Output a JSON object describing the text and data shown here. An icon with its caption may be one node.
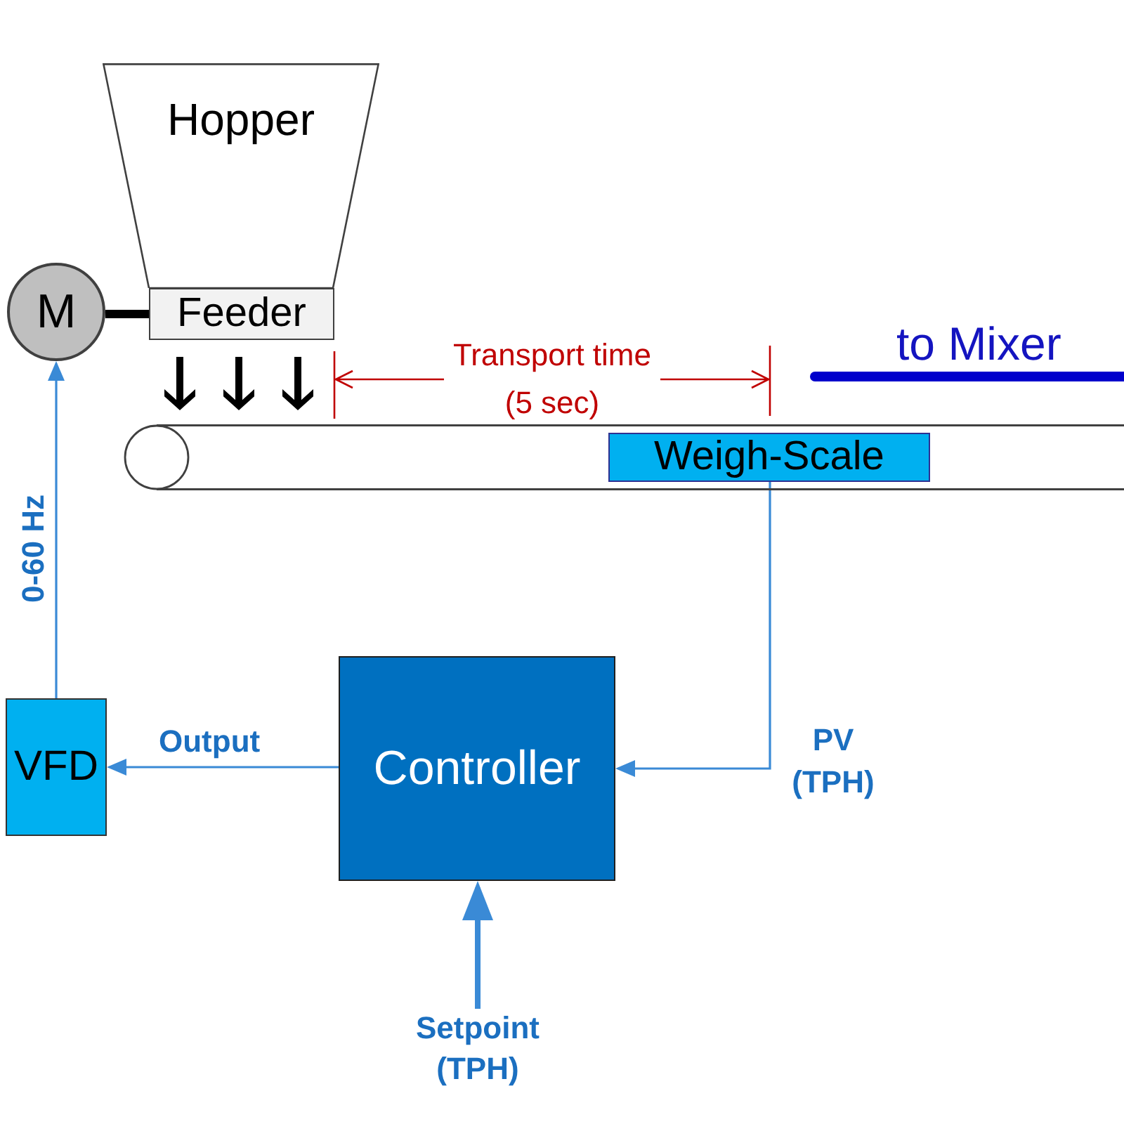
{
  "diagram": {
    "nodes": [
      {
        "text": [
          "Hopper"
        ]
      },
      {
        "text": [
          "M"
        ]
      },
      {
        "text": [
          "Feeder"
        ]
      },
      {
        "text": [],
        "shape": "bar"
      },
      {
        "text": [
          "Weigh-Scale"
        ],
        "in": 3
      },
      {
        "text": [
          "VFD"
        ]
      },
      {
        "text": [
          "Controller"
        ]
      },
      {
        "text": [
          "Setpoint (TPH)"
        ]
      }
    ],
    "edges": [
      {
        "from": 1,
        "to": 2,
        "arrow": "none",
        "style": "thick",
        "color": "#000000"
      },
      {
        "from": 4,
        "to": 6,
        "arrow": "to",
        "label": "PV (TPH)"
      },
      {
        "from": 6,
        "to": 5,
        "arrow": "to",
        "label": "Output"
      },
      {
        "from": 5,
        "to": 1,
        "arrow": "to",
        "label": "0-60 Hz"
      },
      {
        "from": 7,
        "to": 6,
        "arrow": "to",
        "style": "thick"
      }
    ],
    "labels": [
      "Transport time (5 sec)",
      "to Mixer"
    ]
  }
}
